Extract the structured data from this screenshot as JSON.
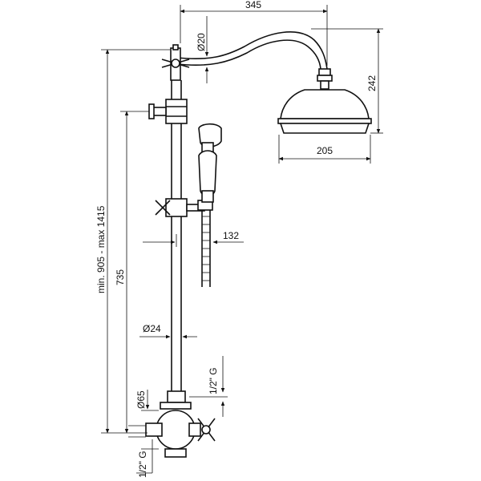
{
  "dimensions": {
    "arm_reach": "345",
    "pipe_diameter": "Ø20",
    "head_height": "242",
    "head_diameter": "205",
    "hand_shower_offset": "132",
    "total_height": "min. 905 - max 1415",
    "riser_height": "735",
    "rail_diameter": "Ø24",
    "outlet_thread": "1/2\" G",
    "mixer_diameter": "Ø65",
    "inlet_thread": "1/2\" G"
  }
}
